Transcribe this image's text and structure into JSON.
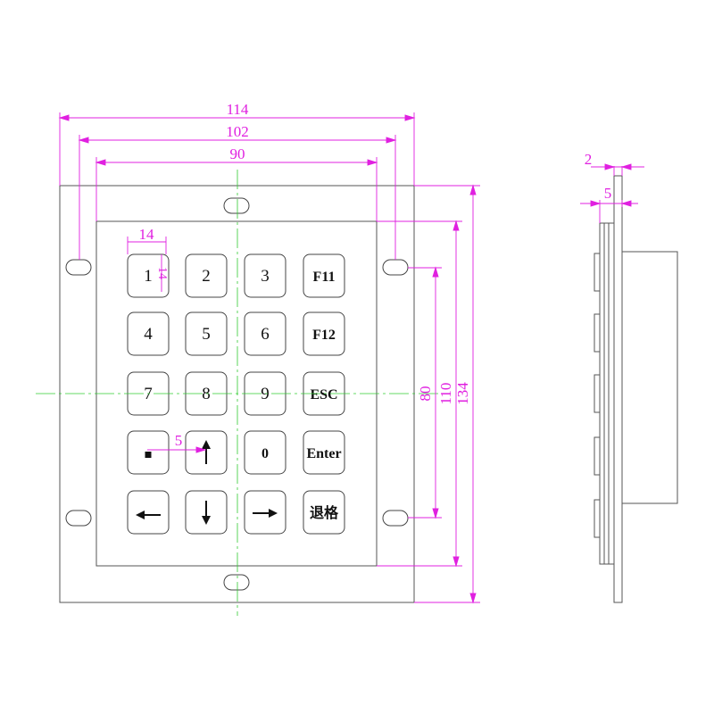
{
  "colors": {
    "dimension": "#e020e0",
    "centerline": "#33cc33",
    "outline": "#444444"
  },
  "keypad": {
    "keys": [
      {
        "label": "1",
        "name": "key-1",
        "style": "text"
      },
      {
        "label": "2",
        "name": "key-2",
        "style": "text"
      },
      {
        "label": "3",
        "name": "key-3",
        "style": "text"
      },
      {
        "label": "F11",
        "name": "key-f11",
        "style": "bold"
      },
      {
        "label": "4",
        "name": "key-4",
        "style": "text"
      },
      {
        "label": "5",
        "name": "key-5",
        "style": "text"
      },
      {
        "label": "6",
        "name": "key-6",
        "style": "text"
      },
      {
        "label": "F12",
        "name": "key-f12",
        "style": "bold"
      },
      {
        "label": "7",
        "name": "key-7",
        "style": "text"
      },
      {
        "label": "8",
        "name": "key-8",
        "style": "text"
      },
      {
        "label": "9",
        "name": "key-9",
        "style": "text"
      },
      {
        "label": "ESC",
        "name": "key-esc",
        "style": "bold"
      },
      {
        "label": "",
        "name": "key-dot",
        "icon": "dot-icon"
      },
      {
        "label": "",
        "name": "key-up",
        "icon": "arrow-up-icon"
      },
      {
        "label": "0",
        "name": "key-0",
        "style": "bold"
      },
      {
        "label": "Enter",
        "name": "key-enter",
        "style": "bold"
      },
      {
        "label": "",
        "name": "key-left",
        "icon": "arrow-left-icon"
      },
      {
        "label": "",
        "name": "key-down",
        "icon": "arrow-down-icon"
      },
      {
        "label": "",
        "name": "key-right",
        "icon": "arrow-right-icon"
      },
      {
        "label": "退格",
        "name": "key-backspace",
        "style": "bold"
      }
    ]
  },
  "dimensions": {
    "overall_width": "114",
    "hole_spacing_width": "102",
    "inner_width": "90",
    "key_size": "14",
    "key_size_vertical": "14",
    "key_gap": "5",
    "hole_spacing_height": "80",
    "inner_height": "110",
    "overall_height": "134",
    "side_thickness_top": "2",
    "side_thickness_bottom": "5"
  }
}
